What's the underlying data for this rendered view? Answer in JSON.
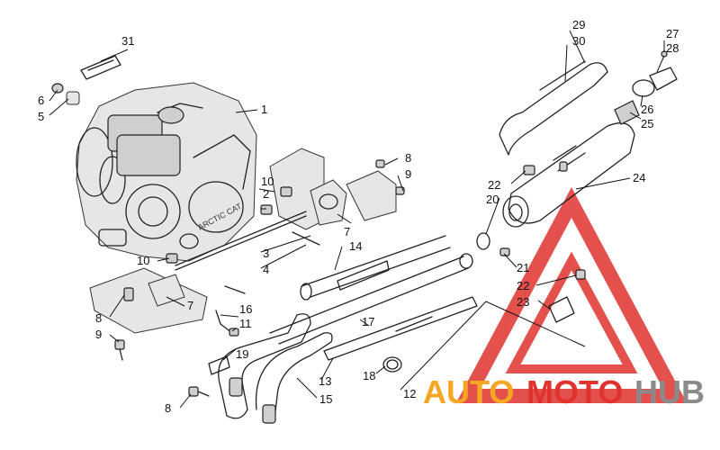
{
  "callouts": [
    {
      "id": "c1",
      "text": "1"
    },
    {
      "id": "c2",
      "text": "2"
    },
    {
      "id": "c3",
      "text": "3"
    },
    {
      "id": "c4",
      "text": "4"
    },
    {
      "id": "c5",
      "text": "5"
    },
    {
      "id": "c6",
      "text": "6"
    },
    {
      "id": "c7a",
      "text": "7"
    },
    {
      "id": "c7b",
      "text": "7"
    },
    {
      "id": "c8a",
      "text": "8"
    },
    {
      "id": "c8b",
      "text": "8"
    },
    {
      "id": "c8c",
      "text": "8"
    },
    {
      "id": "c9a",
      "text": "9"
    },
    {
      "id": "c9b",
      "text": "9"
    },
    {
      "id": "c10a",
      "text": "10"
    },
    {
      "id": "c10b",
      "text": "10"
    },
    {
      "id": "c11",
      "text": "11"
    },
    {
      "id": "c12",
      "text": "12"
    },
    {
      "id": "c13",
      "text": "13"
    },
    {
      "id": "c14",
      "text": "14"
    },
    {
      "id": "c15",
      "text": "15"
    },
    {
      "id": "c16",
      "text": "16"
    },
    {
      "id": "c17",
      "text": "17"
    },
    {
      "id": "c18",
      "text": "18"
    },
    {
      "id": "c19",
      "text": "19"
    },
    {
      "id": "c20",
      "text": "20"
    },
    {
      "id": "c21",
      "text": "21"
    },
    {
      "id": "c22a",
      "text": "22"
    },
    {
      "id": "c22b",
      "text": "22"
    },
    {
      "id": "c23",
      "text": "23"
    },
    {
      "id": "c24",
      "text": "24"
    },
    {
      "id": "c25",
      "text": "25"
    },
    {
      "id": "c26",
      "text": "26"
    },
    {
      "id": "c27",
      "text": "27"
    },
    {
      "id": "c28",
      "text": "28"
    },
    {
      "id": "c29",
      "text": "29"
    },
    {
      "id": "c30",
      "text": "30"
    },
    {
      "id": "c31",
      "text": "31"
    }
  ],
  "watermark": {
    "part1": "AUTO",
    "part2": "MOTO",
    "part3": "HUB",
    "color_orange": "#f5a623",
    "color_red": "#e0332f",
    "color_grey": "#8a8a8a"
  },
  "engine_label": "ARCTIC CAT"
}
